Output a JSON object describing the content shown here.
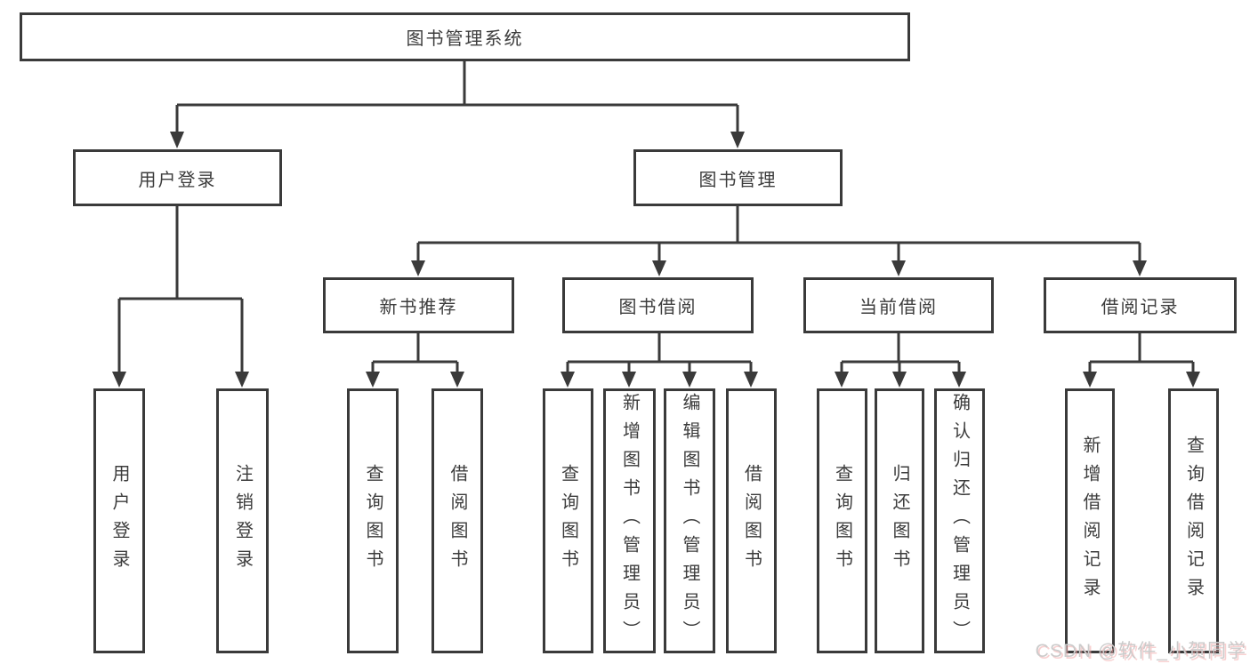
{
  "tree": {
    "root": "图书管理系统",
    "level2": [
      "用户登录",
      "图书管理"
    ],
    "level3": [
      "新书推荐",
      "图书借阅",
      "当前借阅",
      "借阅记录"
    ],
    "leaves": {
      "user_login": [
        "用户登录",
        "注销登录"
      ],
      "new_book_rec": [
        "查询图书",
        "借阅图书"
      ],
      "book_borrow": [
        "查询图书",
        "新增图书（管理员）",
        "编辑图书（管理员）",
        "借阅图书"
      ],
      "current_borrow": [
        "查询图书",
        "归还图书",
        "确认归还（管理员）"
      ],
      "borrow_records": [
        "新增借阅记录",
        "查询借阅记录"
      ]
    }
  },
  "watermark": "CSDN @软件_小贺同学",
  "colors": {
    "line": "#3a3a3a",
    "text": "#3c3c3c",
    "background": "#ffffff",
    "watermark_text": "#cbcbcb",
    "watermark_shadow": "#f2aaaa"
  }
}
